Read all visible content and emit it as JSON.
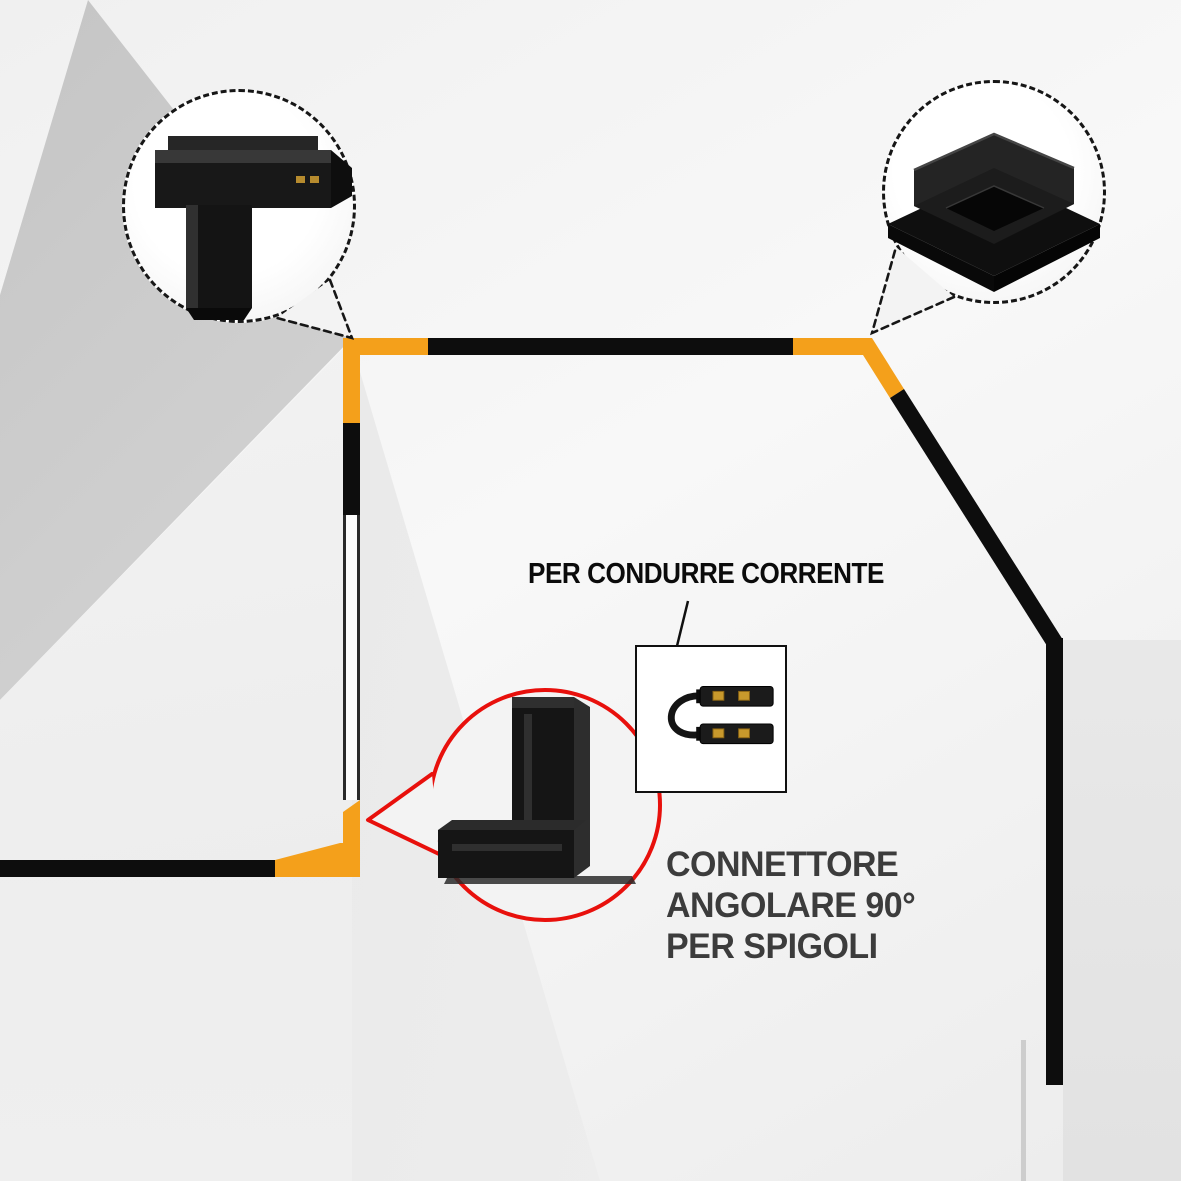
{
  "image": {
    "type": "product-promo-render",
    "subject": "magnetic track lighting corner connectors"
  },
  "colors": {
    "track": "#0d0d0d",
    "accent_orange": "#f4a01b",
    "callout_red": "#e8100c",
    "label_dark": "#0b0b0b",
    "heading_gray": "#3c3c3c"
  },
  "labels": {
    "power_note": "PER CONDURRE CORRENTE",
    "heading_line1": "CONNETTORE",
    "heading_line2": "ANGOLARE 90°",
    "heading_line3": "PER SPIGOLI"
  },
  "callouts": [
    {
      "id": "left",
      "shape": "dashed-circle",
      "shows": "corner-connector-module-top-view"
    },
    {
      "id": "right",
      "shape": "dashed-circle",
      "shows": "corner-connector-module-recessed-view"
    },
    {
      "id": "center",
      "shape": "red-circle",
      "shows": "90-degree-corner-profile"
    }
  ],
  "inset": {
    "shows": "flexible-power-jumper-connector"
  }
}
